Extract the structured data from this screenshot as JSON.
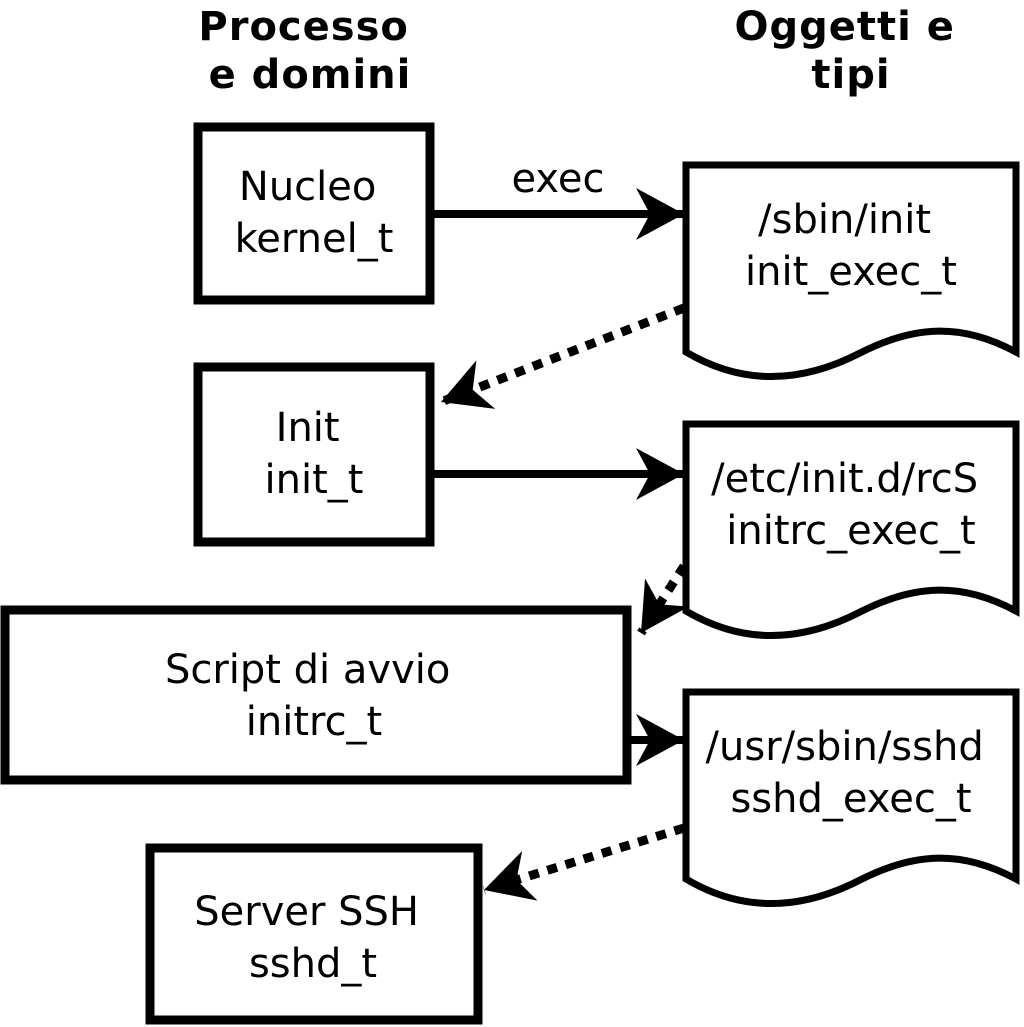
{
  "headers": {
    "left": {
      "line1": "Processo",
      "line2": "e domini"
    },
    "right": {
      "line1": "Oggetti e",
      "line2": "tipi"
    }
  },
  "process_nodes": {
    "kernel": {
      "line1": "Nucleo",
      "line2": "kernel_t"
    },
    "init": {
      "line1": "Init",
      "line2": "init_t"
    },
    "initrc": {
      "line1": "Script di avvio",
      "line2": "initrc_t"
    },
    "sshd": {
      "line1": "Server SSH",
      "line2": "sshd_t"
    }
  },
  "object_nodes": {
    "init_exec": {
      "line1": "/sbin/init",
      "line2": "init_exec_t"
    },
    "initrc_exec": {
      "line1": "/etc/init.d/rcS",
      "line2": "initrc_exec_t"
    },
    "sshd_exec": {
      "line1": "/usr/sbin/sshd",
      "line2": "sshd_exec_t"
    }
  },
  "edges": {
    "exec_label": "exec",
    "relations": [
      {
        "from": "kernel_t",
        "to": "init_exec_t",
        "style": "solid",
        "label": "exec"
      },
      {
        "from": "init_exec_t",
        "to": "init_t",
        "style": "dotted",
        "label": ""
      },
      {
        "from": "init_t",
        "to": "initrc_exec_t",
        "style": "solid",
        "label": ""
      },
      {
        "from": "initrc_exec_t",
        "to": "initrc_t",
        "style": "dotted",
        "label": ""
      },
      {
        "from": "initrc_t",
        "to": "sshd_exec_t",
        "style": "solid",
        "label": ""
      },
      {
        "from": "sshd_exec_t",
        "to": "sshd_t",
        "style": "dotted",
        "label": ""
      }
    ]
  },
  "colors": {
    "foreground": "#000000",
    "background": "#ffffff"
  }
}
